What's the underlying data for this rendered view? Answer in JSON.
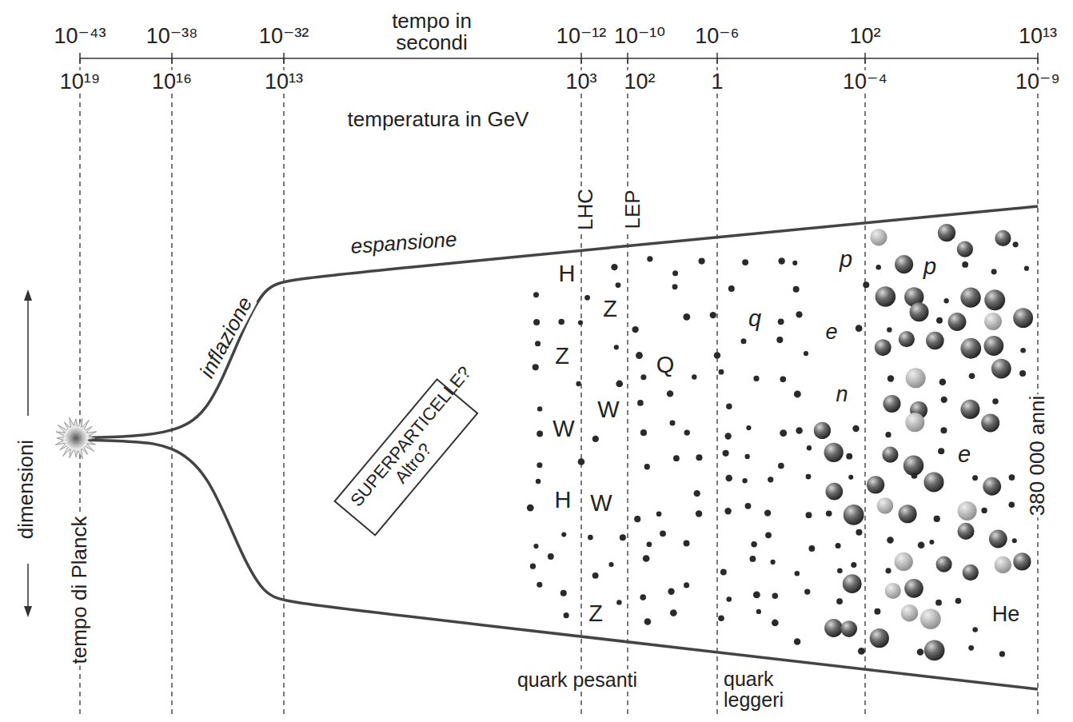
{
  "diagram": {
    "nodes": [
      {
        "text": [
          "SUPERPARTICELLE? Altro?"
        ]
      }
    ],
    "labels": [
      "10⁻⁴³",
      "10⁻³⁸",
      "10⁻³²",
      "tempo in secondi",
      "10⁻¹²",
      "10⁻¹⁰",
      "10⁻⁶",
      "10²",
      "10¹³",
      "10¹⁹",
      "10¹⁶",
      "10¹³",
      "temperatura in GeV",
      "10³",
      "10²",
      "1",
      "10⁻⁴",
      "10⁻⁹",
      "LHC",
      "LEP",
      "espansione",
      "inflazione",
      "dimensioni",
      "tempo di Planck",
      "H",
      "Z",
      "Z",
      "Q",
      "W",
      "W",
      "H",
      "W",
      "Z",
      "q",
      "p",
      "e",
      "n",
      "p",
      "e",
      "He",
      "380 000 anni",
      "quark pesanti",
      "quark leggeri"
    ]
  }
}
